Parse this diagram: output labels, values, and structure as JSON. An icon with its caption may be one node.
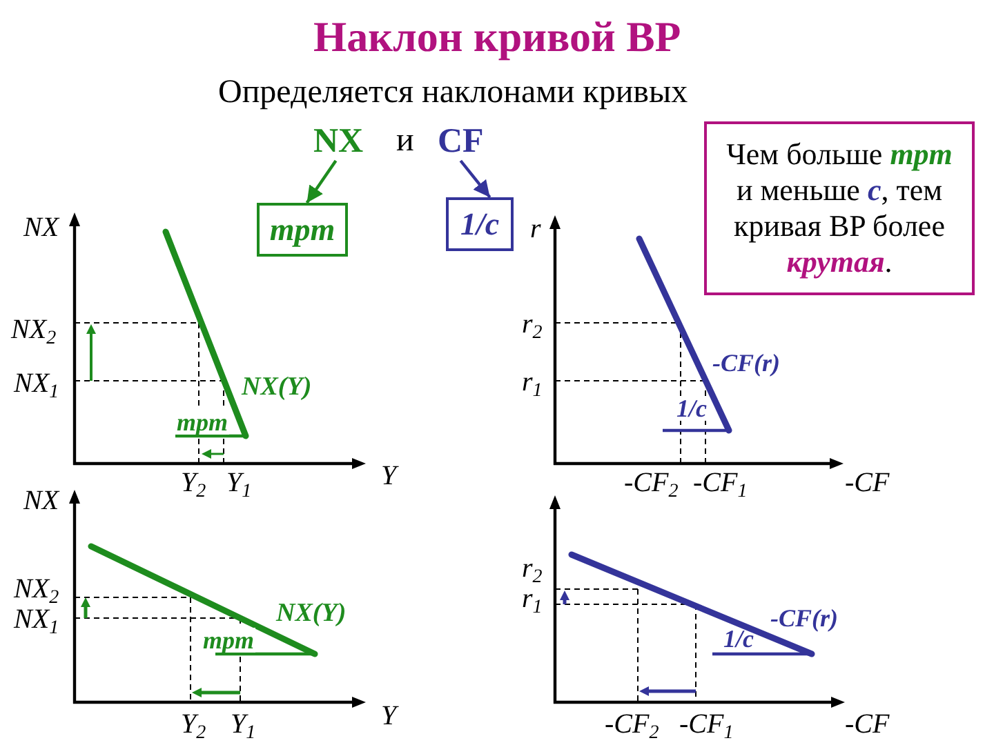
{
  "diagram": {
    "title": "Наклон кривой BP",
    "nodes": [
      {
        "text": [
          "NX"
        ]
      },
      {
        "text": [
          "CF"
        ]
      },
      {
        "text": [
          "Чем больше **mpm** и меньше **c**, тем кривая BP более **крутая**."
        ]
      },
      {
        "text": [
          "mpm"
        ]
      },
      {
        "text": [
          "1/c"
        ]
      }
    ],
    "edges": [
      {
        "from": 0,
        "to": 3,
        "arrow": "to",
        "color": "#1e8c1e"
      },
      {
        "from": 1,
        "to": 4,
        "arrow": "to",
        "color": "#34349a"
      }
    ],
    "labels": [
      "Определяется наклонами кривых",
      "и",
      "NX",
      "r",
      "NX$_{2}$",
      "r$_{2}$",
      "NX$_{1}$",
      "NX(Y)",
      "r$_{1}$",
      "-CF(r)",
      "mpm",
      "1/c",
      "Y",
      "NX",
      "Y$_{2}$",
      "Y$_{1}$",
      "-CF$_{2}$",
      "-CF$_{1}$",
      "-CF",
      "r$_{2}$",
      "NX$_{2}$",
      "r$_{1}$",
      "NX$_{1}$",
      "NX(Y)",
      "-CF(r)",
      "mpm",
      "1/c",
      "Y",
      "Y$_{2}$",
      "Y$_{1}$",
      "-CF$_{2}$",
      "-CF$_{1}$",
      "-CF"
    ]
  }
}
